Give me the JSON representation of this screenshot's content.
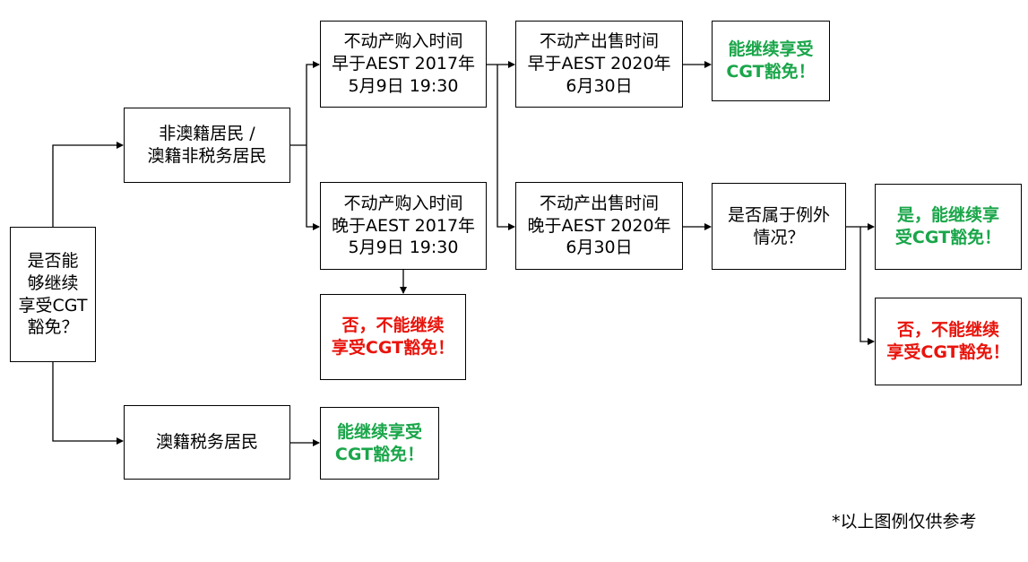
{
  "nodes": {
    "start": "是否能\n够继续\n享受CGT\n豁免？",
    "non_resident": "非澳籍居民 /\n澳籍非税务居民",
    "resident": "澳籍税务居民",
    "purchase_before": "不动产购入时间\n早于AEST 2017年\n5月9日 19:30",
    "purchase_after": "不动产购入时间\n晚于AEST 2017年\n5月9日 19:30",
    "sale_before": "不动产出售时间\n早于AEST 2020年\n6月30日",
    "sale_after": "不动产出售时间\n晚于AEST 2020年\n6月30日",
    "exception": "是否属于例外\n情况？",
    "exempt_1": "能继续享受\nCGT豁免！",
    "not_exempt_1": "否，不能继续\n享受CGT豁免！",
    "exempt_resident": "能继续享受\nCGT豁免！",
    "exempt_yes": "是，能继续享\n受CGT豁免！",
    "not_exempt_2": "否，不能继续\n享受CGT豁免！"
  },
  "colors": {
    "positive": "#1aa64a",
    "negative": "#e8140c",
    "border": "#000000"
  },
  "footnote": "*以上图例仅供参考"
}
